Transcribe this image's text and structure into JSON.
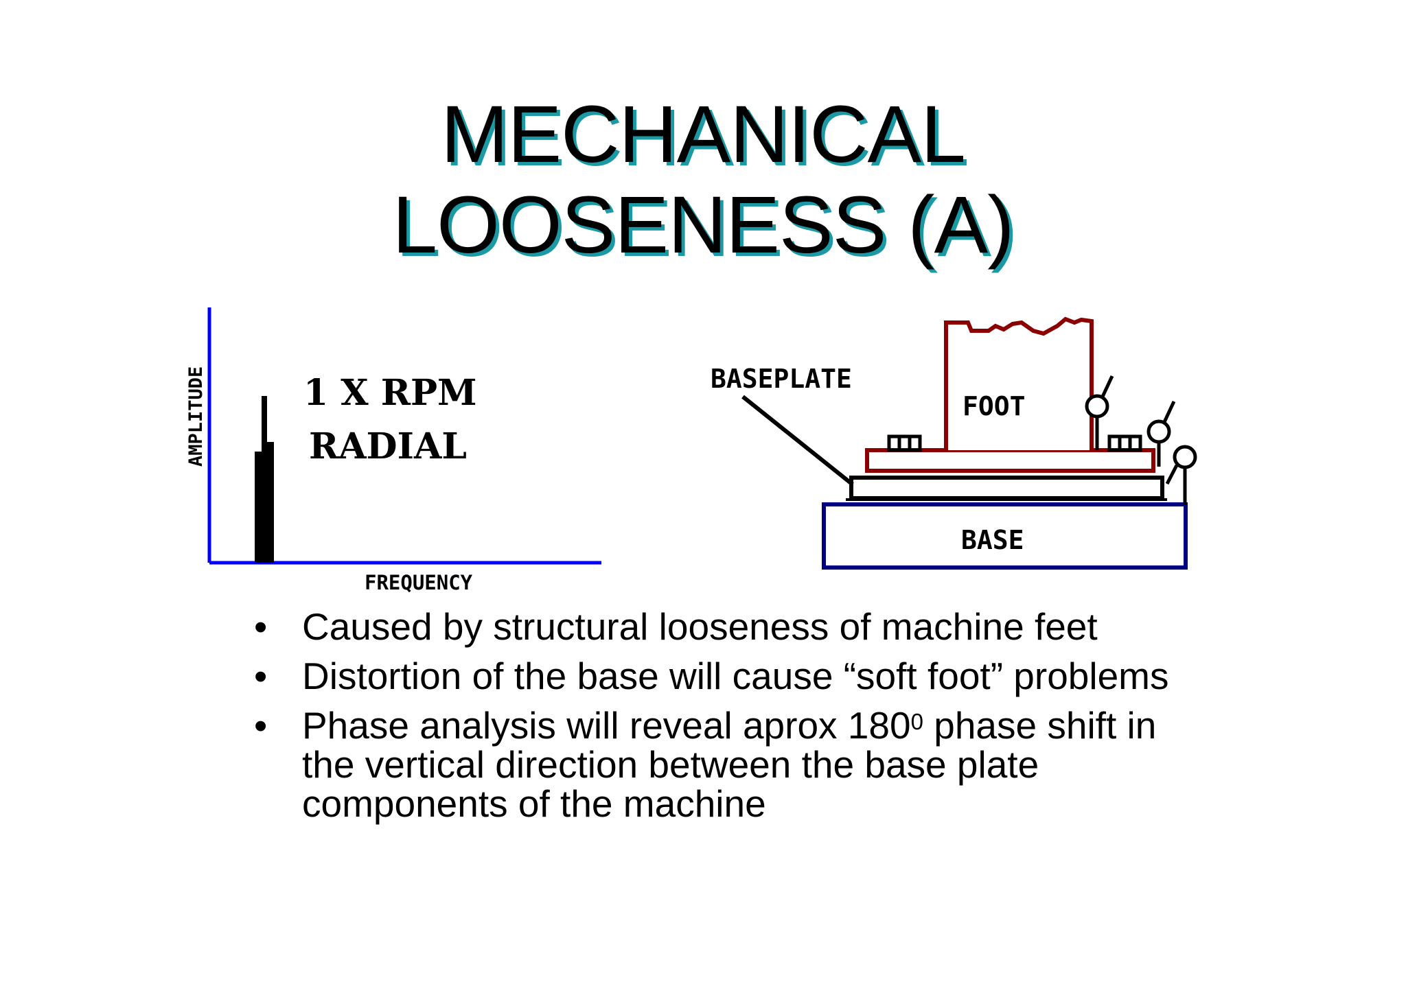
{
  "slide": {
    "title_line1": "MECHANICAL",
    "title_line2": "LOOSENESS (A)"
  },
  "spectrum": {
    "ylabel": "AMPLITUDE",
    "xlabel": "FREQUENCY",
    "label_line1": "1 X RPM",
    "label_line2": "RADIAL",
    "axis_color": "#0000ff"
  },
  "machine": {
    "baseplate_label": "BASEPLATE",
    "foot_label": "FOOT",
    "base_label": "BASE",
    "foot_color": "#8b0000",
    "base_color": "#000080"
  },
  "bullets": [
    {
      "bullet": "•",
      "text": "Caused by structural looseness of machine feet"
    },
    {
      "bullet": "•",
      "text": "Distortion of the base will cause  “soft foot” problems"
    },
    {
      "bullet": "•",
      "text_before": "Phase analysis will reveal aprox 180",
      "superscript": "0",
      "text_after": " phase shift in the vertical direction between the base plate components of the machine"
    }
  ]
}
